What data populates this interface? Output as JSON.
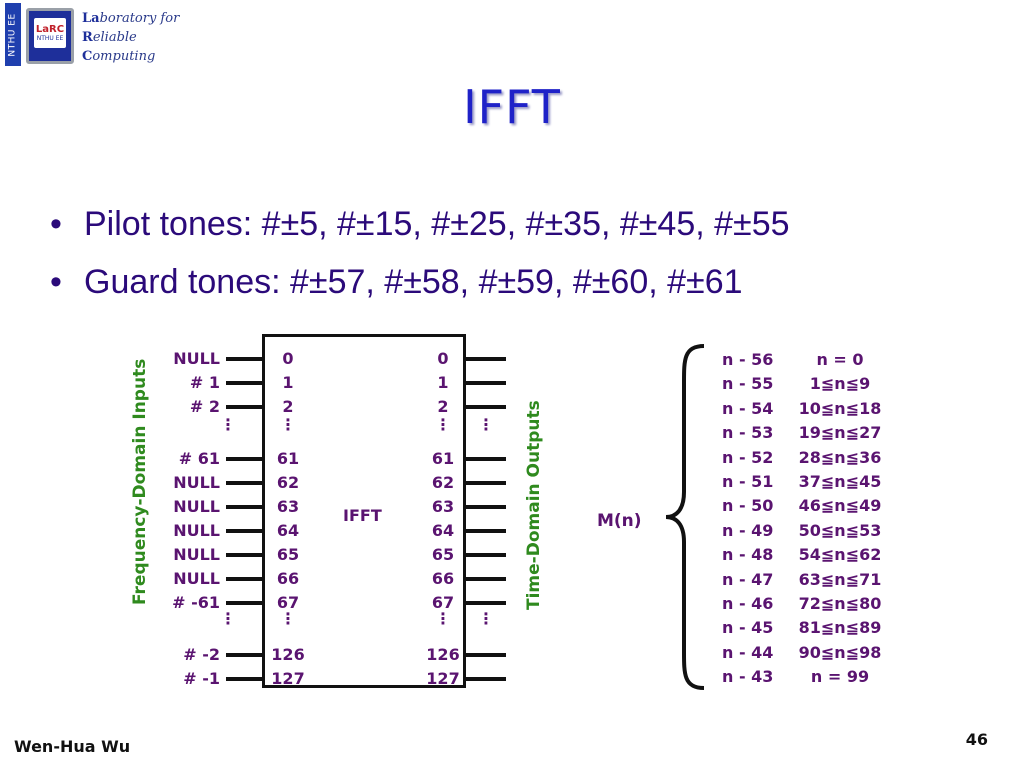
{
  "header": {
    "side_tag": "NTHU EE",
    "chip_logo": "LaRC",
    "chip_sub": "NTHU EE",
    "lab_lines": [
      {
        "cap": "La",
        "rest": "boratory for"
      },
      {
        "cap": "R",
        "rest": "eliable"
      },
      {
        "cap": "C",
        "rest": "omputing"
      }
    ]
  },
  "title": "IFFT",
  "bullets": [
    "Pilot tones: #±5, #±15, #±25, #±35, #±45, #±55",
    "Guard tones: #±57, #±58, #±59, #±60, #±61"
  ],
  "diagram": {
    "left_axis_label": "Frequency-Domain Inputs",
    "right_axis_label": "Time-Domain Outputs",
    "box_label": "IFFT",
    "inputs": [
      "NULL",
      "# 1",
      "# 2",
      "⋮",
      "# 61",
      "NULL",
      "NULL",
      "NULL",
      "NULL",
      "NULL",
      "# -61",
      "⋮",
      "# -2",
      "# -1"
    ],
    "input_indices": [
      "0",
      "1",
      "2",
      "⋮",
      "61",
      "62",
      "63",
      "64",
      "65",
      "66",
      "67",
      "⋮",
      "126",
      "127"
    ],
    "output_indices": [
      "0",
      "1",
      "2",
      "⋮",
      "61",
      "62",
      "63",
      "64",
      "65",
      "66",
      "67",
      "⋮",
      "126",
      "127"
    ],
    "output_dots": [
      "⋮",
      "⋮"
    ],
    "mapping_label": "M(n)",
    "mapping_rows": [
      {
        "left": "n - 56",
        "right": "n = 0"
      },
      {
        "left": "n - 55",
        "right": "1≦n≦9"
      },
      {
        "left": "n - 54",
        "right": "10≦n≦18"
      },
      {
        "left": "n - 53",
        "right": "19≦n≦27"
      },
      {
        "left": "n - 52",
        "right": "28≦n≦36"
      },
      {
        "left": "n - 51",
        "right": "37≦n≦45"
      },
      {
        "left": "n - 50",
        "right": "46≦n≦49"
      },
      {
        "left": "n - 49",
        "right": "50≦n≦53"
      },
      {
        "left": "n - 48",
        "right": "54≦n≦62"
      },
      {
        "left": "n - 47",
        "right": "63≦n≦71"
      },
      {
        "left": "n - 46",
        "right": "72≦n≦80"
      },
      {
        "left": "n - 45",
        "right": "81≦n≦89"
      },
      {
        "left": "n - 44",
        "right": "90≦n≦98"
      },
      {
        "left": "n - 43",
        "right": "n = 99"
      }
    ]
  },
  "footer": {
    "author": "Wen-Hua Wu",
    "page_number": "46"
  },
  "colors": {
    "title": "#1f22c8",
    "bullet_text": "#2b0a7a",
    "diagram_text": "#5a1470",
    "axis_label": "#2f8a1e"
  }
}
